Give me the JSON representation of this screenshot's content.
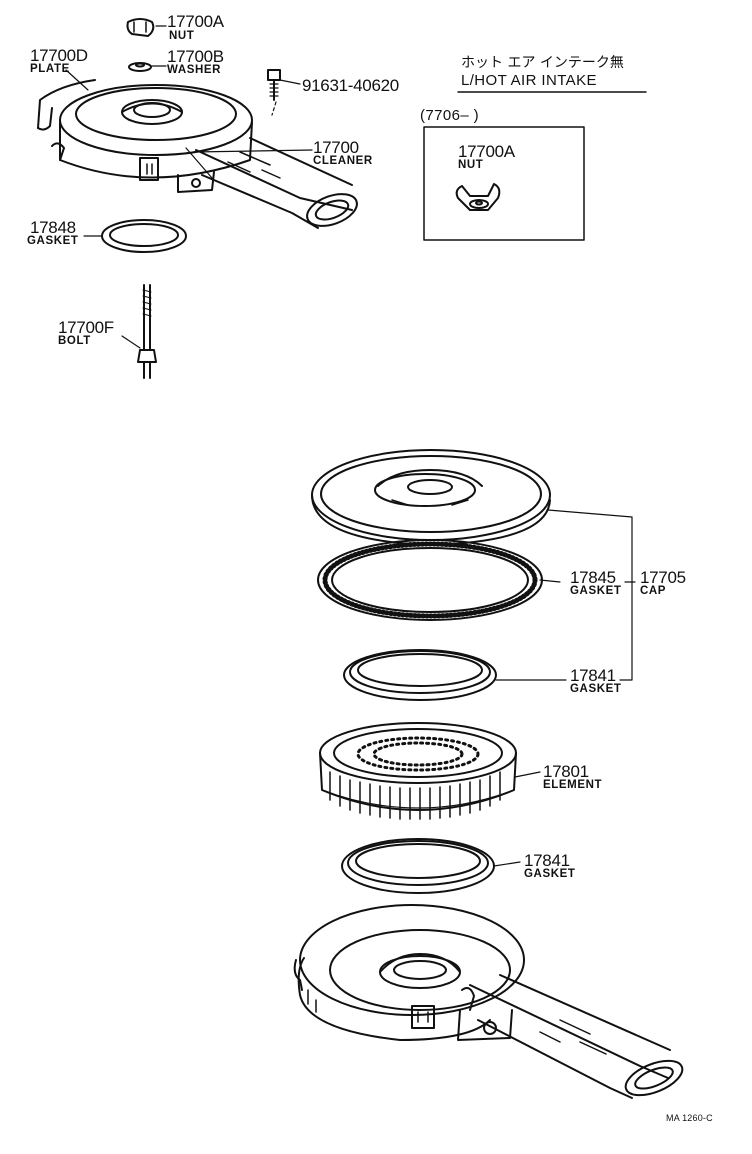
{
  "colors": {
    "ink": "#111111",
    "paper": "#ffffff"
  },
  "labels": {
    "nut_top": {
      "number": "17700A",
      "name": "NUT"
    },
    "washer": {
      "number": "17700B",
      "name": "WASHER"
    },
    "plate": {
      "number": "17700D",
      "name": "PLATE"
    },
    "screw": {
      "number": "91631-40620"
    },
    "cleaner": {
      "number": "17700",
      "name": "CLEANER"
    },
    "gasket_17848": {
      "number": "17848",
      "name": "GASKET"
    },
    "bolt": {
      "number": "17700F",
      "name": "BOLT"
    },
    "gasket_17845": {
      "number": "17845",
      "name": "GASKET"
    },
    "cap": {
      "number": "17705",
      "name": "CAP"
    },
    "gasket_17841_upper": {
      "number": "17841",
      "name": "GASKET"
    },
    "element": {
      "number": "17801",
      "name": "ELEMENT"
    },
    "gasket_17841_lower": {
      "number": "17841",
      "name": "GASKET"
    }
  },
  "note": {
    "japanese": "ホット エア インテーク無",
    "english": "L/HOT AIR INTAKE",
    "date_range": "(7706–          )",
    "nut": {
      "number": "17700A",
      "name": "NUT"
    }
  },
  "figure_code": "MA 1260-C"
}
